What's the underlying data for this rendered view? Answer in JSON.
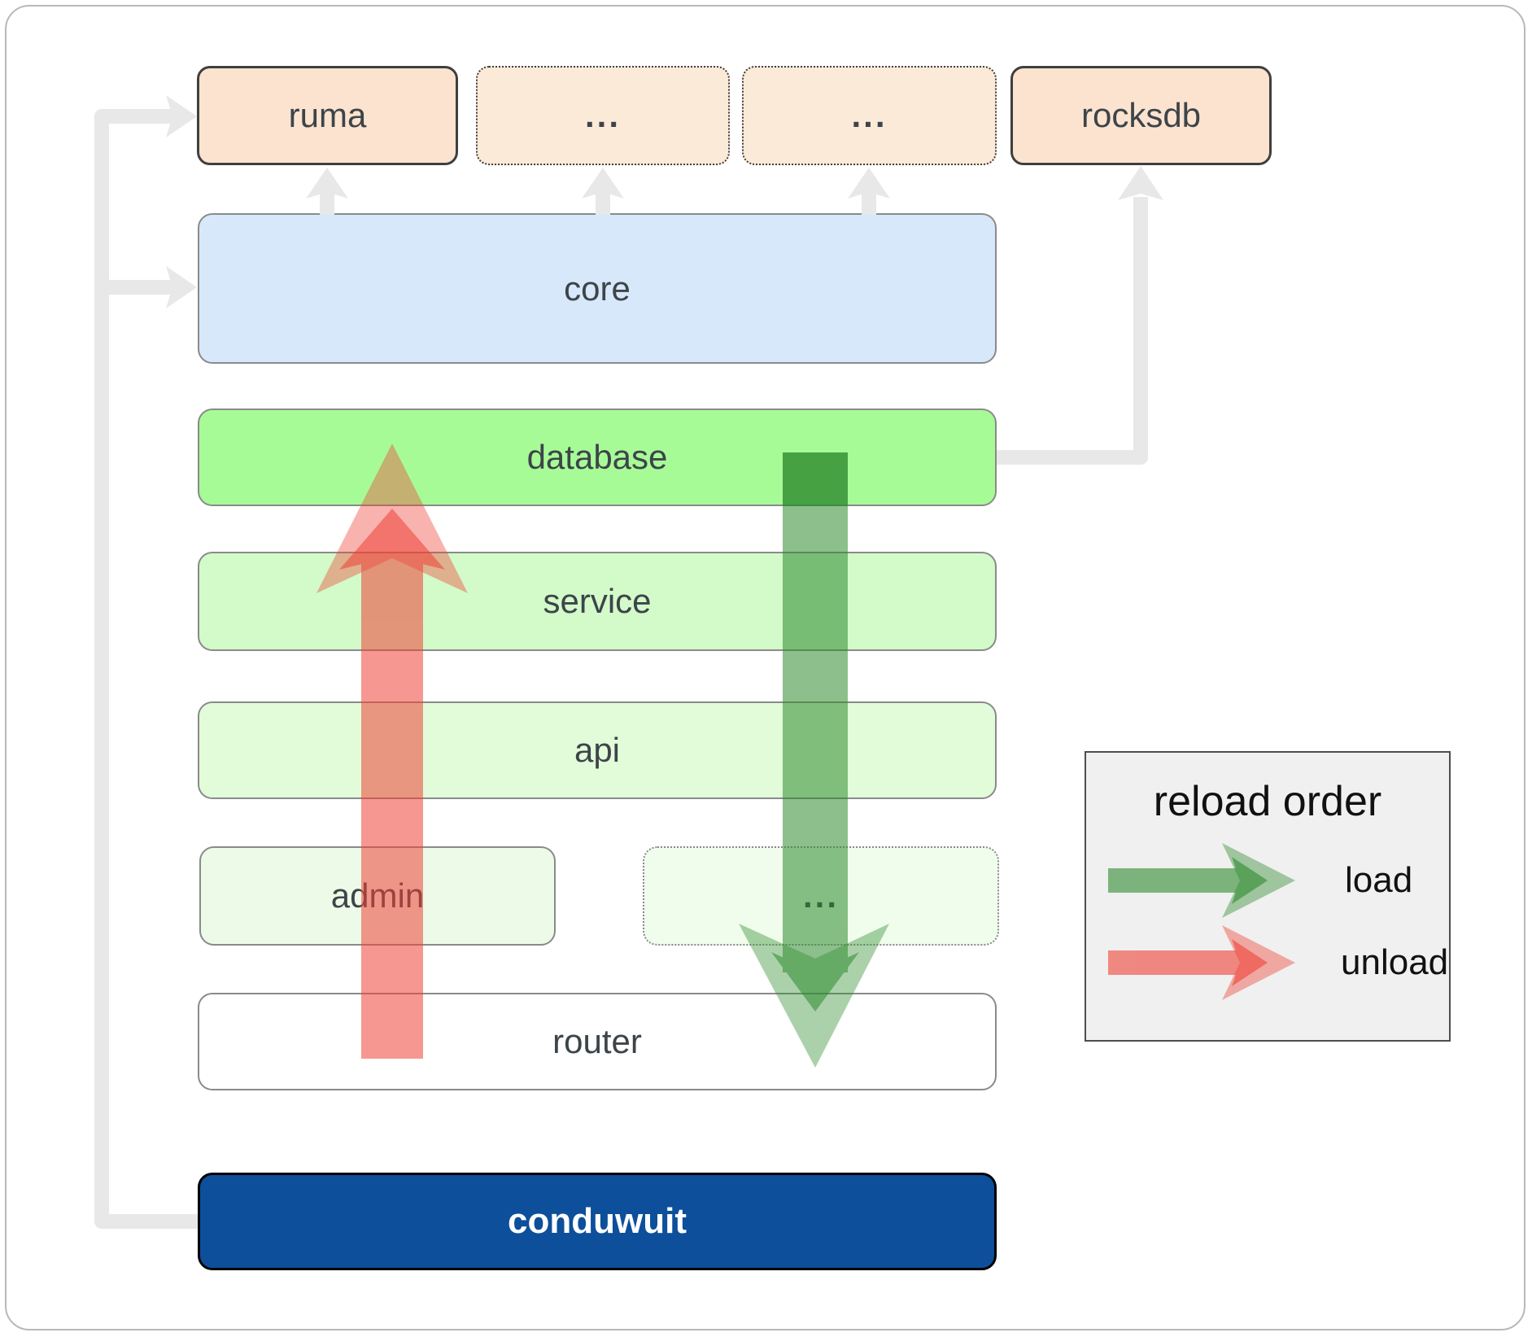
{
  "nodes": {
    "ruma": {
      "label": "ruma"
    },
    "ellipsis_top_1": {
      "label": "..."
    },
    "ellipsis_top_2": {
      "label": "..."
    },
    "rocksdb": {
      "label": "rocksdb"
    },
    "core": {
      "label": "core"
    },
    "database": {
      "label": "database"
    },
    "service": {
      "label": "service"
    },
    "api": {
      "label": "api"
    },
    "admin": {
      "label": "admin"
    },
    "ellipsis_admin": {
      "label": "..."
    },
    "router": {
      "label": "router"
    },
    "conduwuit": {
      "label": "conduwuit"
    }
  },
  "legend": {
    "title": "reload order",
    "items": [
      {
        "label": "load",
        "color": "#2e8b2e"
      },
      {
        "label": "unload",
        "color": "#ef4237"
      }
    ]
  },
  "colors": {
    "peach_box": "#fbe3cf",
    "blue_box": "#d7e8fa",
    "bright_green_box": "#a7fb97",
    "light_green_box": "#d3fac9",
    "lighter_green_box": "#e2fcda",
    "faint_green_box": "#ecfae7",
    "navy_box": "#0d4f9a",
    "load_arrow_green": "#2e8b2e",
    "unload_arrow_red": "#ef4237",
    "dependency_connector_gray": "#e8e8e8",
    "label_text": "#3d4449",
    "legend_background": "#f0f0f0"
  }
}
